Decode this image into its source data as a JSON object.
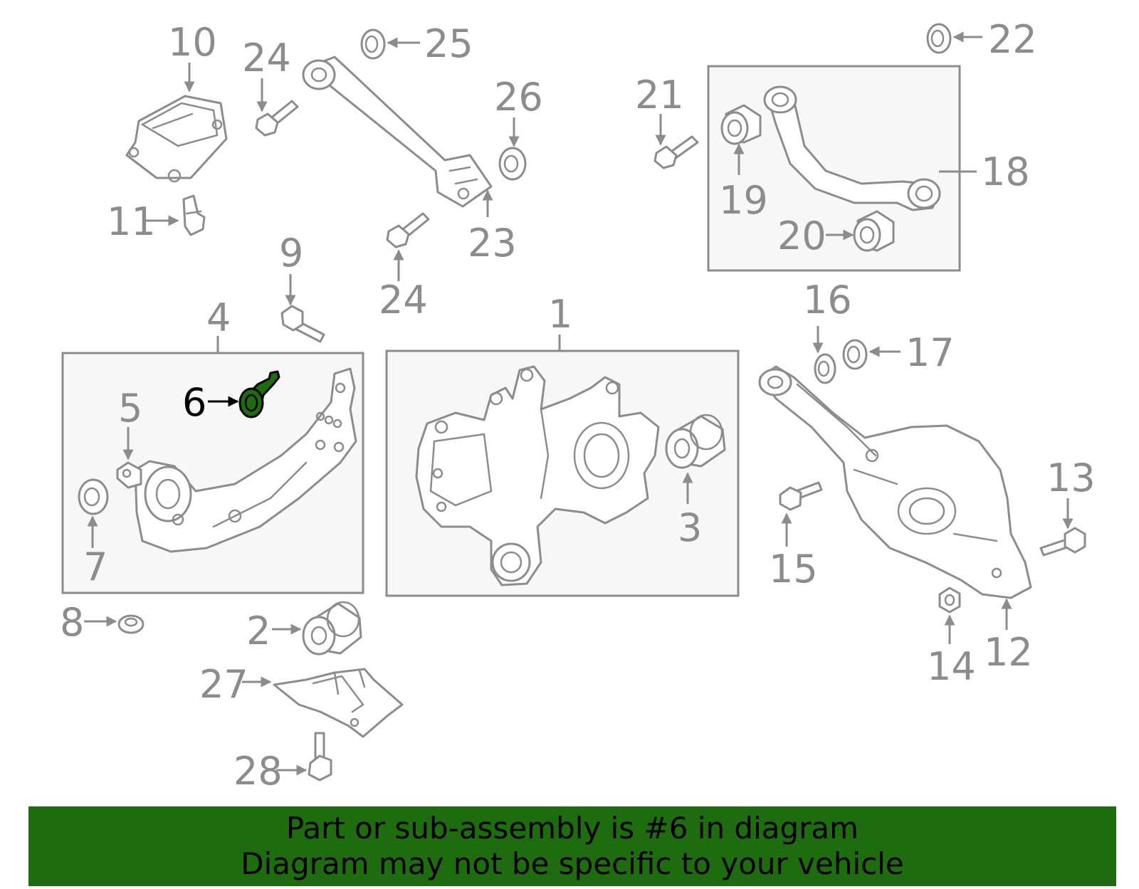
{
  "diagram": {
    "highlight_color": "#1f6b10",
    "line_color": "#8c8c8c",
    "highlighted_part": "6",
    "callouts": {
      "c1": "1",
      "c2": "2",
      "c3": "3",
      "c4": "4",
      "c5": "5",
      "c6": "6",
      "c7": "7",
      "c8": "8",
      "c9": "9",
      "c10": "10",
      "c11": "11",
      "c12": "12",
      "c13": "13",
      "c14": "14",
      "c15": "15",
      "c16": "16",
      "c17": "17",
      "c18": "18",
      "c19": "19",
      "c20": "20",
      "c21": "21",
      "c22": "22",
      "c23": "23",
      "c24a": "24",
      "c24b": "24",
      "c25": "25",
      "c26": "26",
      "c27": "27",
      "c28": "28"
    }
  },
  "banner": {
    "line1": "Part or sub-assembly is #6 in diagram",
    "line2": "Diagram may not be specific to your vehicle",
    "color": "#1f6b10"
  }
}
